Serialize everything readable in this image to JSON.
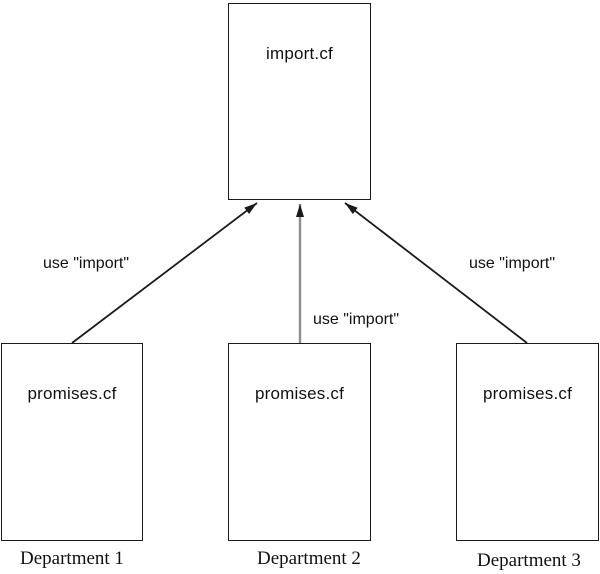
{
  "diagram": {
    "background_color": "#ffffff",
    "line_color": "#1a1a1a",
    "middle_arrow_shaft_color": "#8f8f8f",
    "nodes": {
      "import": {
        "label": "import.cf"
      },
      "promises1": {
        "label": "promises.cf"
      },
      "promises2": {
        "label": "promises.cf"
      },
      "promises3": {
        "label": "promises.cf"
      }
    },
    "edges": {
      "left": {
        "label": "use \"import\""
      },
      "middle": {
        "label": "use \"import\""
      },
      "right": {
        "label": "use \"import\""
      }
    },
    "captions": {
      "dept1": "Department 1",
      "dept2": "Department 2",
      "dept3": "Department 3"
    }
  }
}
